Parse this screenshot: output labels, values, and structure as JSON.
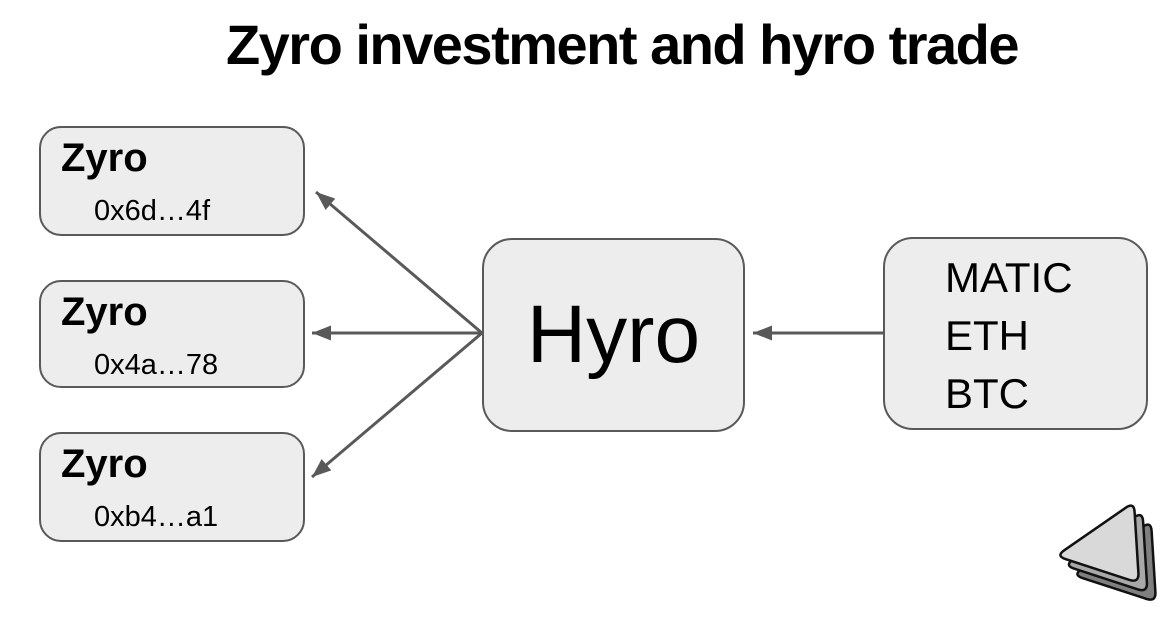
{
  "title": "Zyro investment and hyro trade",
  "zyro_nodes": [
    {
      "label": "Zyro",
      "address": "0x6d…4f"
    },
    {
      "label": "Zyro",
      "address": "0x4a…78"
    },
    {
      "label": "Zyro",
      "address": "0xb4…a1"
    }
  ],
  "hub": {
    "label": "Hyro"
  },
  "assets": {
    "lines": [
      "MATIC",
      "ETH",
      "BTC"
    ]
  },
  "icons": {
    "logo": "stacked-triangles-logo"
  },
  "colors": {
    "node_fill": "#ededed",
    "node_border": "#595959",
    "arrow": "#595959",
    "text": "#000000",
    "logo_front": "#d9d9d9",
    "logo_middle": "#a8a8a8",
    "logo_back": "#7f7f7f"
  }
}
